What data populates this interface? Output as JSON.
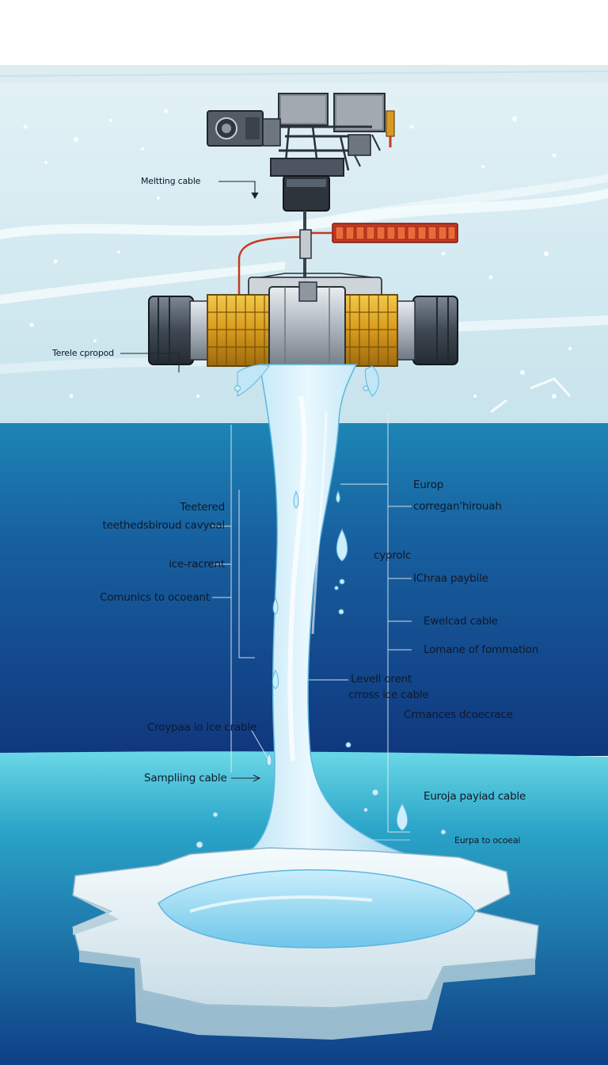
{
  "colors": {
    "ice_sheet": "#d3ebf2",
    "ocean_top": "#1d7fb2",
    "ocean_deep": "#123f86",
    "shallow_band": "#63d3e3",
    "water_jet": "#9fdcf4",
    "heater_gold": "#d8a020",
    "heater_red": "#d84a2a",
    "drum_grey": "#5a6470"
  },
  "labels": {
    "melting_cable": "Meltting cable",
    "tether": "Terele cpropod",
    "teetered": "Teetered",
    "shroud": "teethedsbiroud cavyoal",
    "ice_racrent": "ice-racrent",
    "communics": "Comunics to ocoeant",
    "europ": "Europ",
    "corregan": "corregan'hirouah",
    "cyprolc": "cyprolc",
    "ichraa": "IChraa paybile",
    "ewelcad": "Ewelcad cable",
    "lomane": "Lomane of fommation",
    "levell": "Levell orent",
    "cross_ice": "crross ice cable",
    "crmances": "Crmances dcoecrace",
    "cropaa": "Croypaa io ice crable",
    "sampling": "Sampliing cable",
    "europa_payload": "Euroja payiad cable",
    "europa_ocean": "Eurpa to ocoeai"
  }
}
